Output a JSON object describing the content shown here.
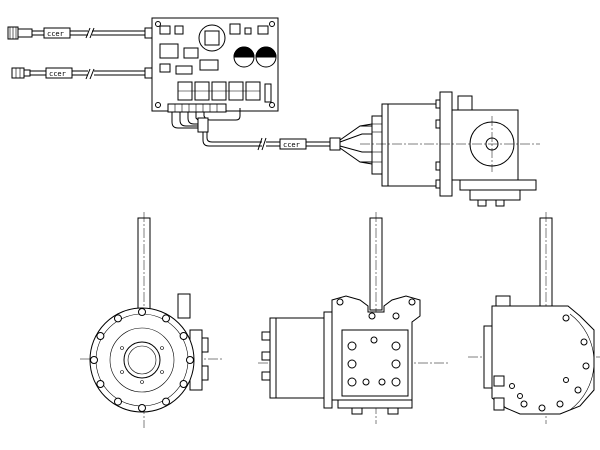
{
  "diagram": {
    "cable_labels": {
      "top_cable": "ccer",
      "second_cable": "ccer",
      "bundle_cable": "ccer"
    },
    "views": [
      "top-assembly",
      "front-view",
      "side-view",
      "rear-view"
    ]
  }
}
